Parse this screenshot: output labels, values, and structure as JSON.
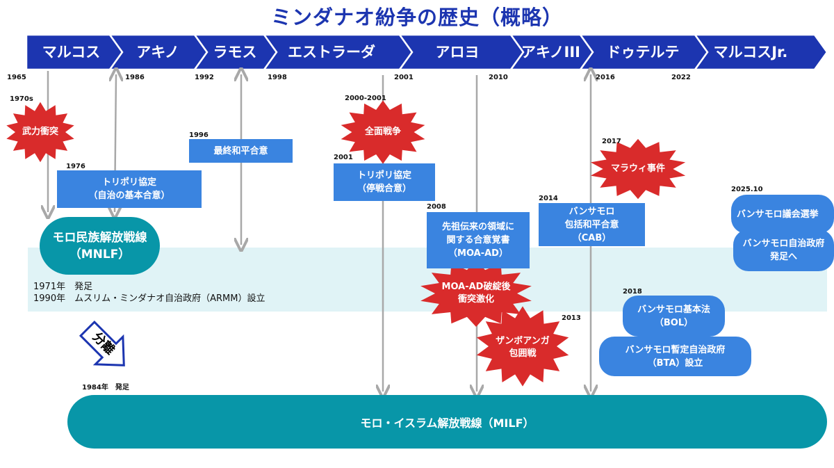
{
  "title": "ミンダナオ紛争の歴史（概略）",
  "colors": {
    "chevron": "#1c35b0",
    "box": "#3a84e0",
    "pill": "#0896a8",
    "star": "#d92b2b",
    "band": "#e0f3f6",
    "line": "#a8a8a8"
  },
  "presidents": [
    "マルコス",
    "アキノ",
    "ラモス",
    "エストラーダ",
    "アロヨ",
    "アキノIII",
    "ドゥテルテ",
    "マルコスJr."
  ],
  "years": [
    "1965",
    "1986",
    "1992",
    "1998",
    "2001",
    "2010",
    "2016",
    "2022"
  ],
  "mnlf": {
    "name": "モロ民族解放戦線",
    "abbr": "（MNLF）",
    "notes": [
      "1971年　発足",
      "1990年　ムスリム・ミンダナオ自治政府（ARMM）設立"
    ]
  },
  "milf": {
    "name": "モロ・イスラム解放戦線（MILF）",
    "founded": "1984年　発足"
  },
  "split_label": "分離",
  "events": {
    "e1970s": {
      "year": "1970s",
      "label": "武力衝突"
    },
    "e1976": {
      "year": "1976",
      "line1": "トリポリ協定",
      "line2": "（自治の基本合意）"
    },
    "e1996": {
      "year": "1996",
      "line1": "最終和平合意"
    },
    "e2000": {
      "year": "2000-2001",
      "label": "全面戦争"
    },
    "e2001": {
      "year": "2001",
      "line1": "トリポリ協定",
      "line2": "（停戦合意）"
    },
    "e2008": {
      "year": "2008",
      "line1": "先祖伝来の領域に",
      "line2": "関する合意覚書",
      "line3": "（MOA-AD）"
    },
    "e2008b": {
      "line1": "MOA-AD破綻後",
      "line2": "衝突激化"
    },
    "e2013": {
      "year": "2013",
      "line1": "ザンボアンガ",
      "line2": "包囲戦"
    },
    "e2014": {
      "year": "2014",
      "line1": "バンサモロ",
      "line2": "包括和平合意",
      "line3": "（CAB）"
    },
    "e2017": {
      "year": "2017",
      "label": "マラウィ事件"
    },
    "e2018": {
      "year": "2018",
      "bol1": "バンサモロ基本法",
      "bol2": "（BOL）",
      "bta1": "バンサモロ暫定自治政府",
      "bta2": "（BTA）設立"
    },
    "e2025": {
      "year": "2025.10",
      "line1": "バンサモロ議会選挙",
      "line2": "バンサモロ自治政府",
      "line3": "発足へ"
    }
  }
}
